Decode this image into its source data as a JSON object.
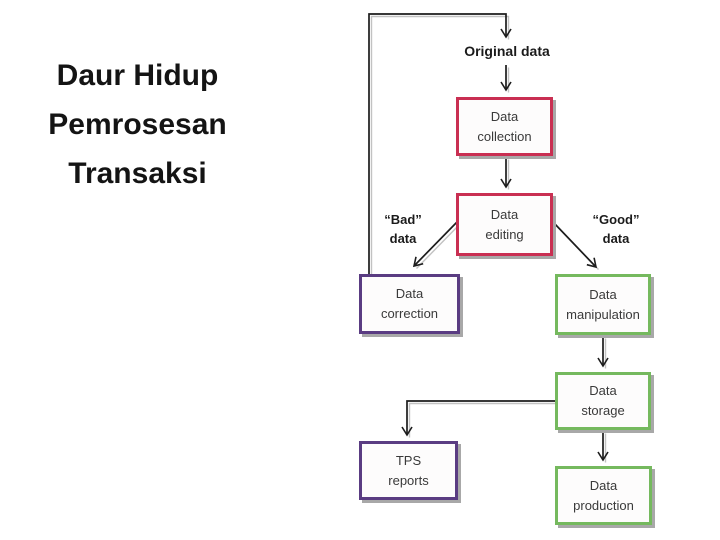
{
  "slide": {
    "title": {
      "lines": [
        "Daur Hidup",
        "Pemrosesan",
        "Transaksi"
      ],
      "color": "#141414"
    }
  },
  "diagram": {
    "flow_labels": {
      "original_data": "Original data",
      "bad": {
        "line1": "“Bad”",
        "line2": "data"
      },
      "good": {
        "line1": "“Good”",
        "line2": "data"
      }
    },
    "nodes": [
      {
        "id": "data-collection",
        "line1": "Data",
        "line2": "collection",
        "border_color": "#c92f52"
      },
      {
        "id": "data-editing",
        "line1": "Data",
        "line2": "editing",
        "border_color": "#c92f52"
      },
      {
        "id": "data-correction",
        "line1": "Data",
        "line2": "correction",
        "border_color": "#5a3c82"
      },
      {
        "id": "data-manipulation",
        "line1": "Data",
        "line2": "manipulation",
        "border_color": "#75b95e"
      },
      {
        "id": "data-storage",
        "line1": "Data",
        "line2": "storage",
        "border_color": "#75b95e"
      },
      {
        "id": "tps-reports",
        "line1": "TPS",
        "line2": "reports",
        "border_color": "#5a3c82"
      },
      {
        "id": "data-production",
        "line1": "Data",
        "line2": "production",
        "border_color": "#75b95e"
      }
    ],
    "colors": {
      "red": "#c92f52",
      "purple": "#5a3c82",
      "green": "#75b95e",
      "connector": "#1c1c1c",
      "connector_shadow": "#c2c2c2",
      "box_shadow": "#a8a8a8",
      "node_text": "#3a3a3a"
    }
  }
}
